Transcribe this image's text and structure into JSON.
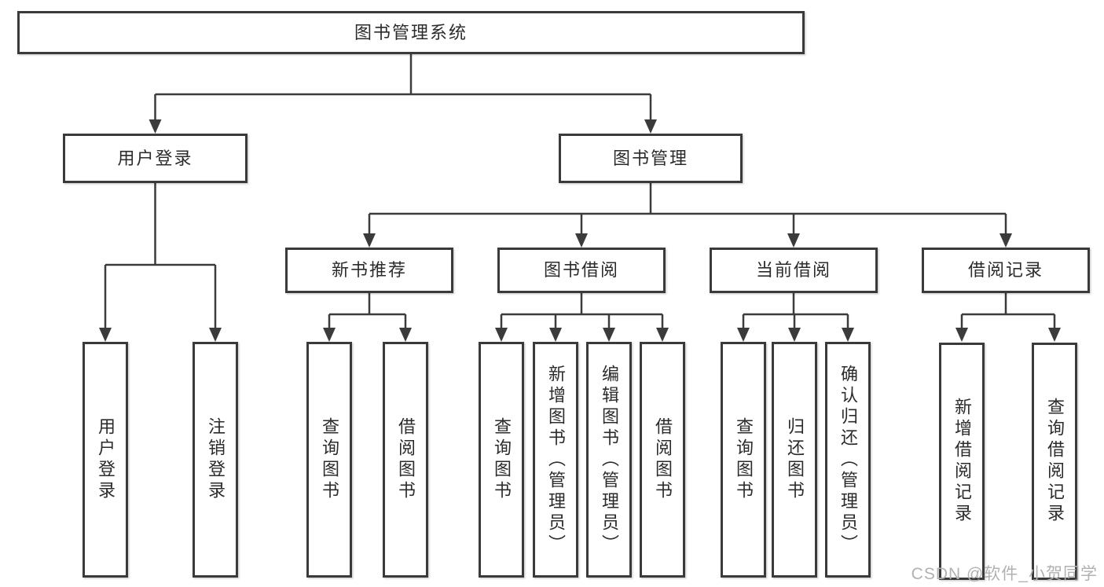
{
  "diagram": {
    "tree": {
      "label": "图书管理系统",
      "children": [
        {
          "label": "用户登录",
          "children": [
            {
              "label": "用户登录"
            },
            {
              "label": "注销登录"
            }
          ]
        },
        {
          "label": "图书管理",
          "children": [
            {
              "label": "新书推荐",
              "children": [
                {
                  "label": "查询图书"
                },
                {
                  "label": "借阅图书"
                }
              ]
            },
            {
              "label": "图书借阅",
              "children": [
                {
                  "label": "查询图书"
                },
                {
                  "label": "新增图书（管理员）"
                },
                {
                  "label": "编辑图书（管理员）"
                },
                {
                  "label": "借阅图书"
                }
              ]
            },
            {
              "label": "当前借阅",
              "children": [
                {
                  "label": "查询图书"
                },
                {
                  "label": "归还图书"
                },
                {
                  "label": "确认归还（管理员）"
                }
              ]
            },
            {
              "label": "借阅记录",
              "children": [
                {
                  "label": "新增借阅记录"
                },
                {
                  "label": "查询借阅记录"
                }
              ]
            }
          ]
        }
      ]
    },
    "colors": {
      "line": "#3b3b3b",
      "text": "#2b2b2b",
      "background": "#ffffff",
      "watermark": "#b1b1b1"
    }
  },
  "watermark": {
    "text": "CSDN @软件_小贺同学"
  }
}
